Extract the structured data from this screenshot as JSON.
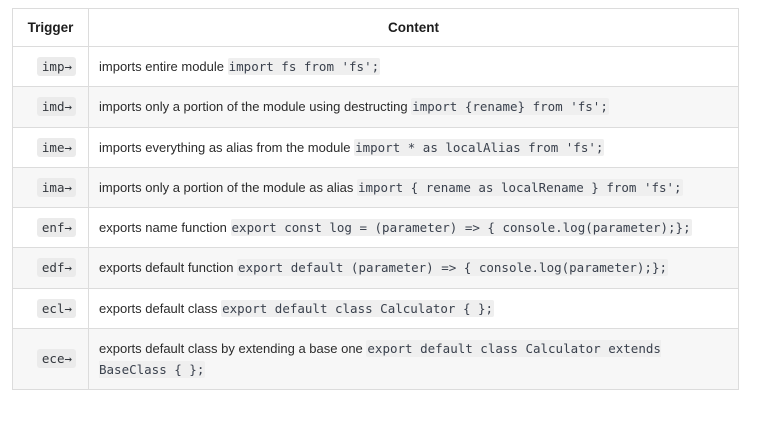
{
  "table": {
    "headers": {
      "trigger": "Trigger",
      "content": "Content"
    },
    "rows": [
      {
        "trigger": "imp→",
        "description": "imports entire module ",
        "code": "import fs from 'fs';"
      },
      {
        "trigger": "imd→",
        "description": "imports only a portion of the module using destructing ",
        "code": "import {rename} from 'fs';"
      },
      {
        "trigger": "ime→",
        "description": "imports everything as alias from the module ",
        "code": "import * as localAlias from 'fs';"
      },
      {
        "trigger": "ima→",
        "description": "imports only a portion of the module as alias ",
        "code": "import { rename as localRename } from 'fs';"
      },
      {
        "trigger": "enf→",
        "description": "exports name function ",
        "code": "export const log = (parameter) => { console.log(parameter);};"
      },
      {
        "trigger": "edf→",
        "description": "exports default function ",
        "code": "export default (parameter) => { console.log(parameter);};"
      },
      {
        "trigger": "ecl→",
        "description": "exports default class ",
        "code": "export default class Calculator { };"
      },
      {
        "trigger": "ece→",
        "description": "exports default class by extending a base one ",
        "code": "export default class Calculator extends BaseClass { };"
      }
    ]
  },
  "colors": {
    "border": "#dcdcdc",
    "stripe": "#f7f7f7",
    "code_background": "#efefef",
    "code_text": "#3a414d",
    "text": "#2b2b2b"
  }
}
